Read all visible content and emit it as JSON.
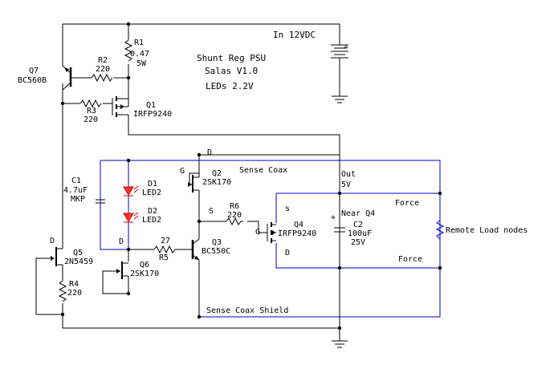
{
  "schematic": {
    "title": "Shunt Reg PSU",
    "subtitle": "Salas V1.0",
    "led_note": "LEDs 2.2V",
    "input_label": "In 12VDC",
    "components": {
      "r1": {
        "ref": "R1",
        "value": "0.47",
        "rating": "5W"
      },
      "r2": {
        "ref": "R2",
        "value": "220"
      },
      "r3": {
        "ref": "R3",
        "value": "220"
      },
      "r4": {
        "ref": "R4",
        "value": "220"
      },
      "r5": {
        "ref": "R5",
        "value": "27"
      },
      "r6": {
        "ref": "R6",
        "value": "220"
      },
      "q1": {
        "ref": "Q1",
        "part": "IRFP9240"
      },
      "q2": {
        "ref": "Q2",
        "part": "2SK170"
      },
      "q3": {
        "ref": "Q3",
        "part": "BC550C"
      },
      "q4": {
        "ref": "Q4",
        "part": "IRFP9240"
      },
      "q5": {
        "ref": "Q5",
        "part": "2N5459"
      },
      "q6": {
        "ref": "Q6",
        "part": "2SK170"
      },
      "q7": {
        "ref": "Q7",
        "part": "BC560B"
      },
      "c1": {
        "ref": "C1",
        "value": "4.7uF",
        "type": "MKP"
      },
      "c2": {
        "ref": "C2",
        "value": "100uF",
        "rating": "25V"
      },
      "d1": {
        "ref": "D1",
        "part": "LED2"
      },
      "d2": {
        "ref": "D2",
        "part": "LED2"
      }
    },
    "labels": {
      "d_top": "D",
      "d_q5": "D",
      "d_mid": "D",
      "g_q2": "G",
      "s_q3": "S",
      "g_q4": "G",
      "s_q4": "s",
      "d_q4": "D",
      "sense_coax": "Sense Coax",
      "sense_shield": "Sense Coax Shield",
      "out": "Out",
      "out_v": "5V",
      "near_q4": "Near Q4",
      "force_top": "Force",
      "force_bottom": "Force",
      "remote_load": "Remote Load nodes",
      "plus_batt": "+",
      "plus_c2": "+"
    }
  }
}
